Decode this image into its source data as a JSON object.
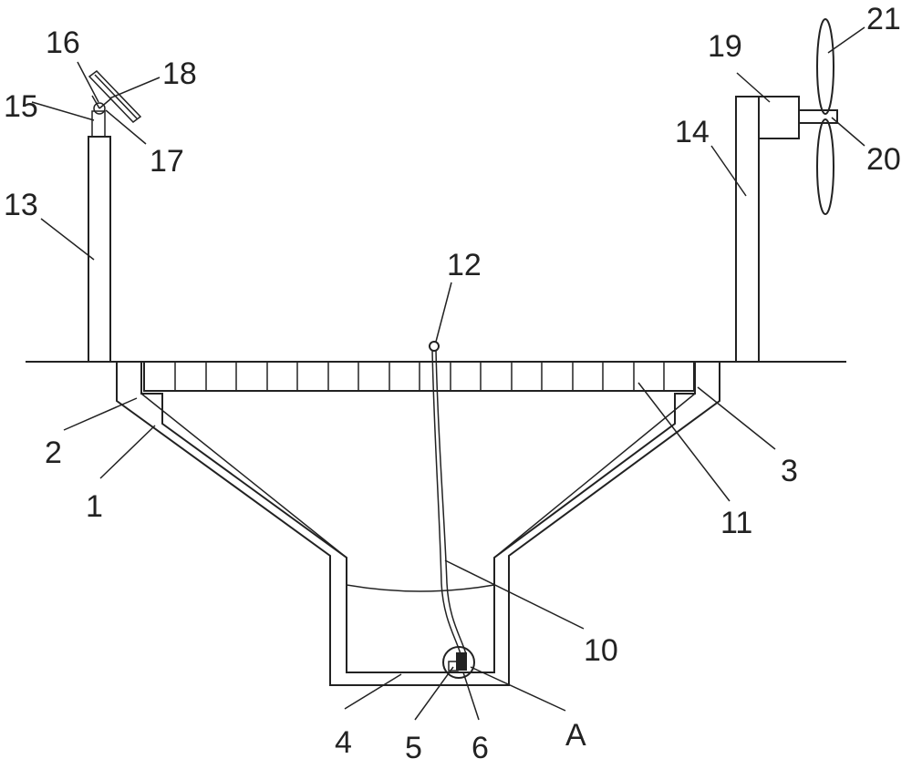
{
  "labels": {
    "l1": "1",
    "l2": "2",
    "l3": "3",
    "l4": "4",
    "l5": "5",
    "l6": "6",
    "l10": "10",
    "l11": "11",
    "l12": "12",
    "l13": "13",
    "l14": "14",
    "l15": "15",
    "l16": "16",
    "l17": "17",
    "l18": "18",
    "l19": "19",
    "l20": "20",
    "l21": "21",
    "lA": "A"
  }
}
